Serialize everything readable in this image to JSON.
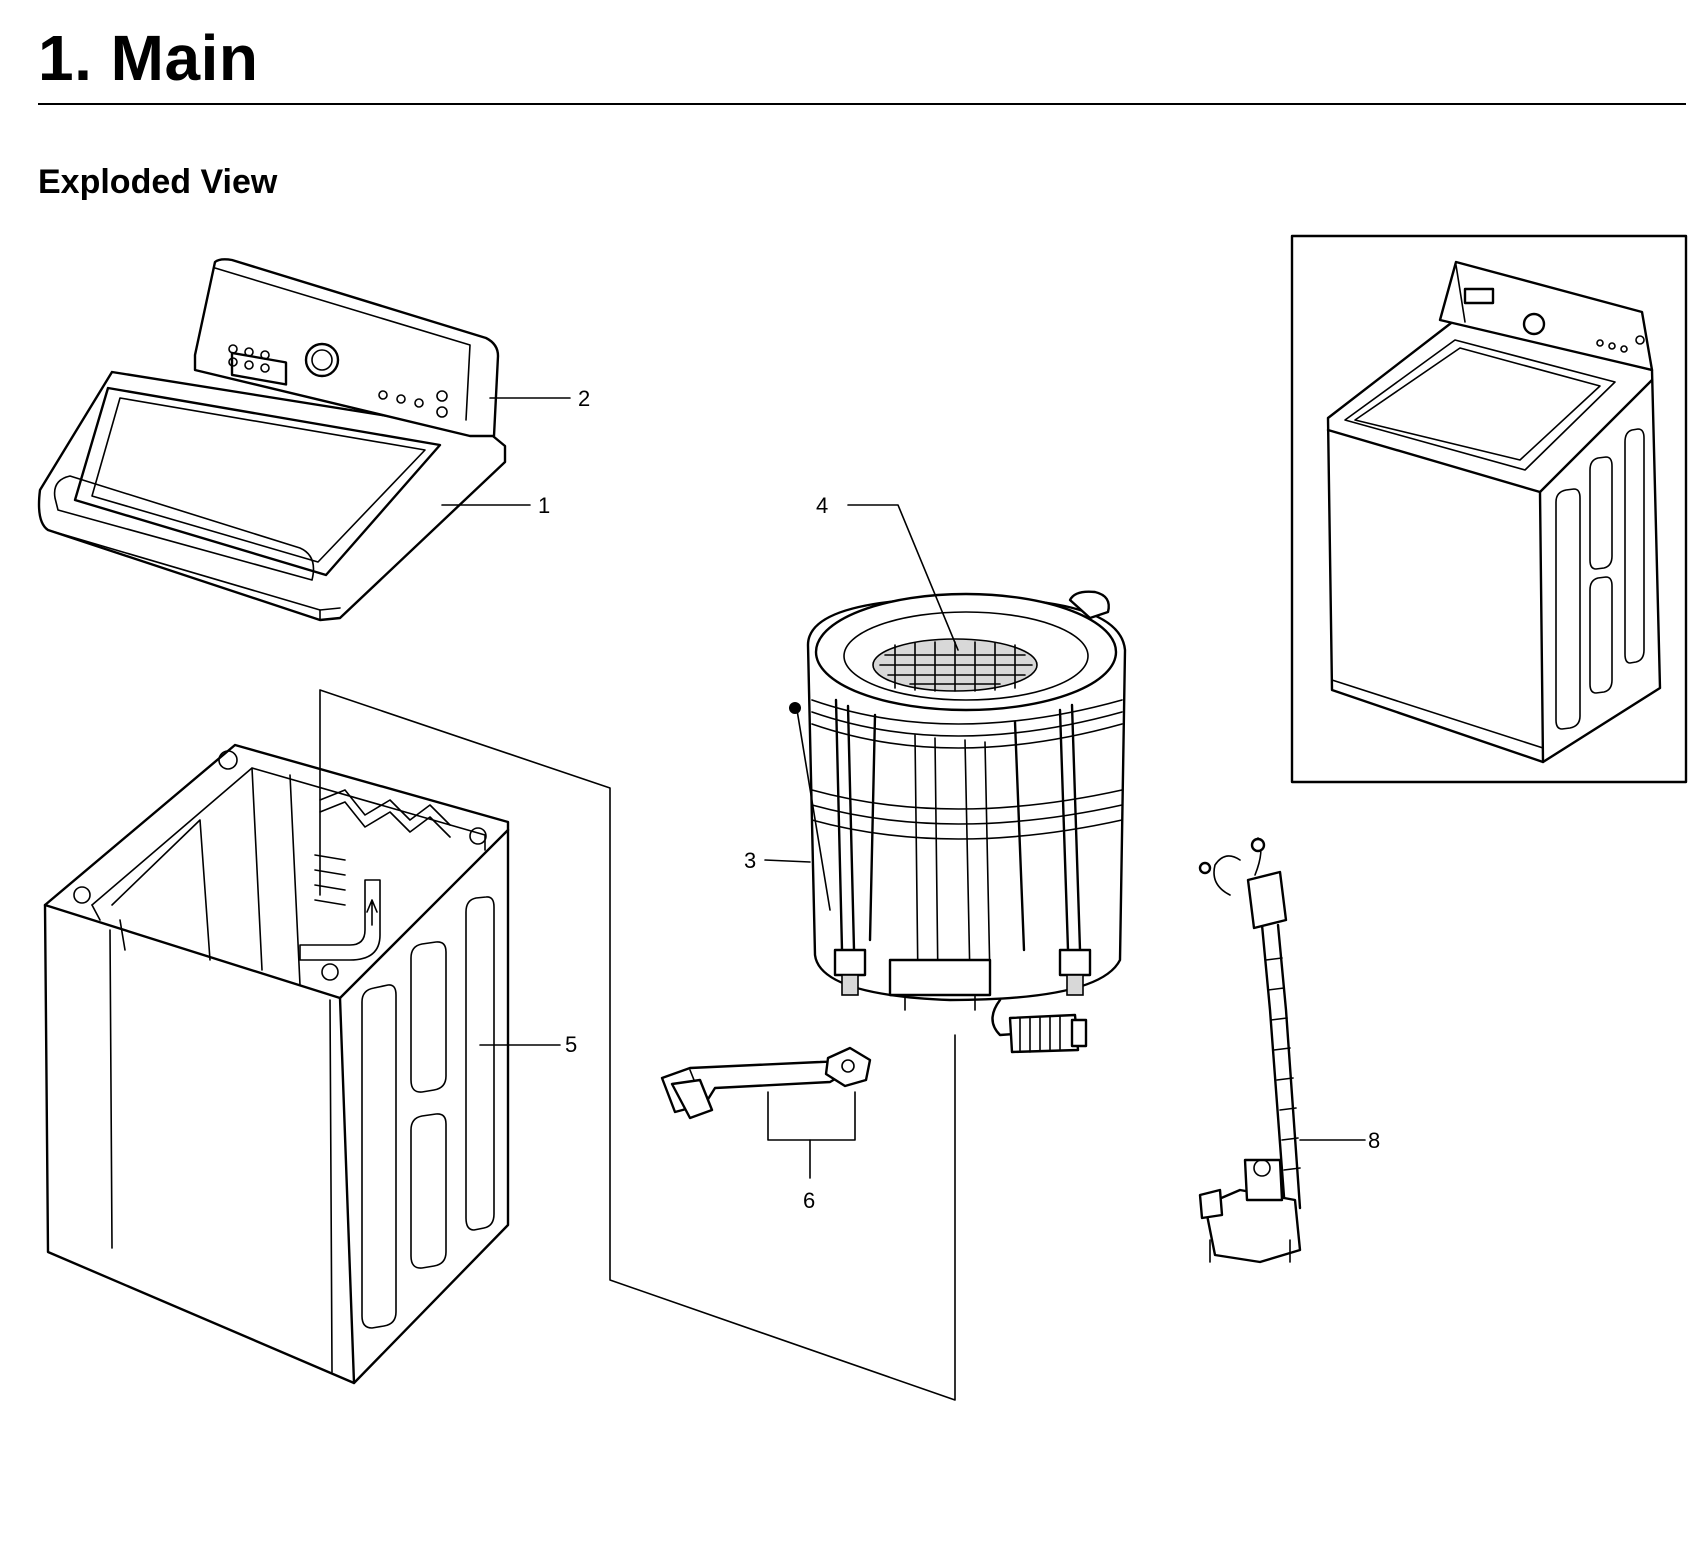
{
  "header": {
    "section_title": "1.  Main",
    "subtitle": "Exploded View"
  },
  "callouts": [
    "1",
    "2",
    "3",
    "4",
    "5",
    "6",
    "8"
  ]
}
